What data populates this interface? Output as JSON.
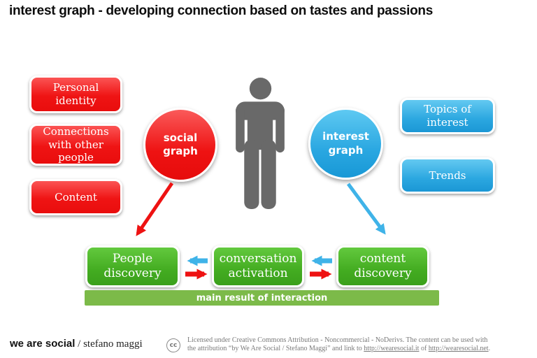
{
  "title": "interest graph - developing connection based on tastes and passions",
  "colors": {
    "red": "#ee1212",
    "blue": "#2fa8e0",
    "green": "#43ac21",
    "green_bar": "#7cba49",
    "person_gray": "#696969"
  },
  "left_group": {
    "items": [
      {
        "label": "Personal identity"
      },
      {
        "label": "Connections\nwith other people"
      },
      {
        "label": "Content"
      }
    ]
  },
  "social_graph": {
    "label": "social\ngraph"
  },
  "interest_graph": {
    "label": "interest\ngraph"
  },
  "right_group": {
    "items": [
      {
        "label": "Topics of interest"
      },
      {
        "label": "Trends"
      }
    ]
  },
  "result_boxes": [
    {
      "label": "People\ndiscovery"
    },
    {
      "label": "conversation\nactivation"
    },
    {
      "label": "content\ndiscovery"
    }
  ],
  "result_bar": {
    "label": "main result of interaction"
  },
  "footer": {
    "brand_bold": "we are social",
    "brand_rest": " / stefano maggi",
    "cc_label": "cc",
    "license_line1": "Licensed under Creative Commons Attribution - Noncommercial - NoDerivs. The content can be used with",
    "license_line2_prefix": "the attribution “by We Are Social / Stefano Maggi” and link to ",
    "license_link1": "http://wearesocial.it",
    "license_line2_middle": " of ",
    "license_link2": "http://wearesocial.net",
    "license_line2_suffix": "."
  }
}
